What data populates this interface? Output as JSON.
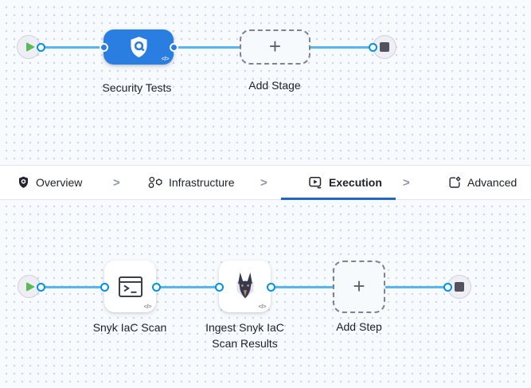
{
  "pipeline_stages": {
    "stage_security": {
      "label": "Security Tests"
    },
    "add_stage": {
      "label": "Add Stage",
      "plus": "+"
    }
  },
  "stage_tabs": {
    "separator": ">",
    "items": [
      {
        "label": "Overview",
        "icon": "shield-icon",
        "active": false
      },
      {
        "label": "Infrastructure",
        "icon": "infrastructure-icon",
        "active": false
      },
      {
        "label": "Execution",
        "icon": "execution-icon",
        "active": true
      },
      {
        "label": "Advanced",
        "icon": "advanced-icon",
        "active": false
      }
    ]
  },
  "execution_steps": {
    "step_snyk_scan": {
      "label": "Snyk IaC Scan"
    },
    "step_ingest": {
      "label": "Ingest Snyk IaC Scan Results"
    },
    "add_step": {
      "label": "Add Step",
      "plus": "+"
    }
  },
  "glyphs": {
    "code": "</>"
  },
  "colors": {
    "stage_node": "#2a7de1",
    "connector_line": "#58b6ed",
    "port_ring": "#0092e4",
    "active_tab_underline": "#2266c4",
    "play_green": "#57bb58",
    "stop_gray": "#52525e",
    "canvas_bg": "#f8fbfd"
  }
}
